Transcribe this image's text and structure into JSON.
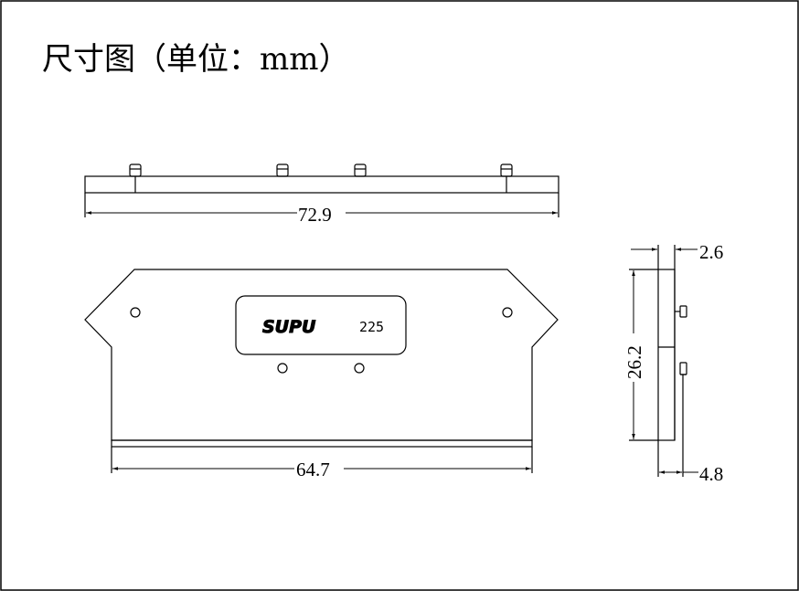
{
  "title": "尺寸图（单位：mm）",
  "dimensions": {
    "top_length": "72.9",
    "bottom_width": "64.7",
    "side_height": "26.2",
    "side_thickness_top": "2.6",
    "side_thickness_bottom": "4.8"
  },
  "label": {
    "brand": "SUPU",
    "model": "225"
  },
  "colors": {
    "line": "#000000",
    "background": "#ffffff"
  }
}
